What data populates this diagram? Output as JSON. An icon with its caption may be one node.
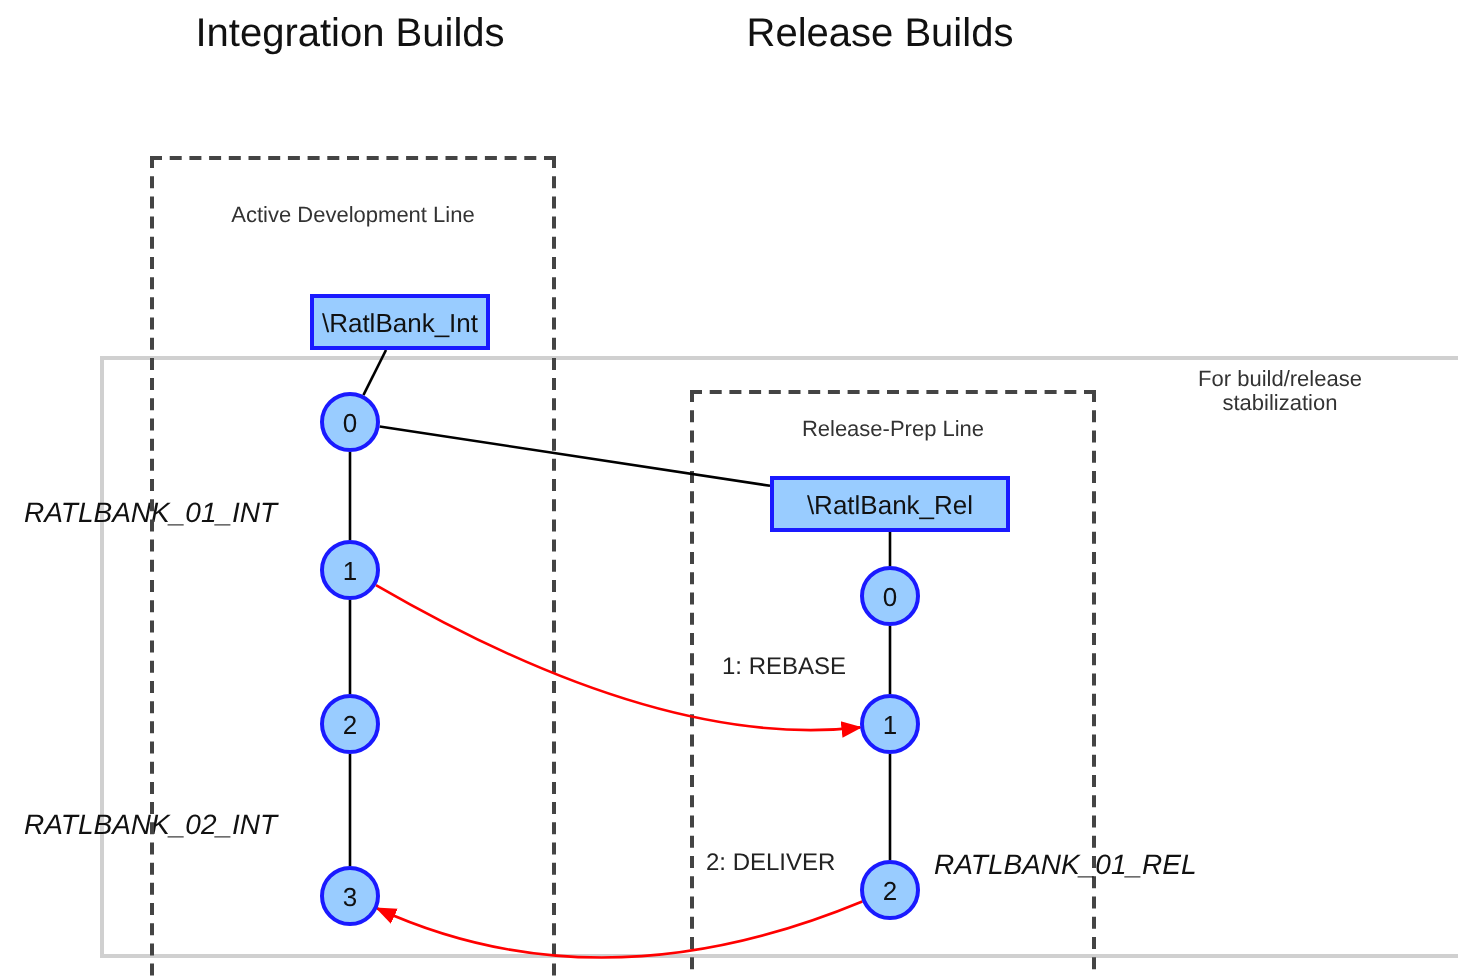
{
  "diagram": {
    "nodes": [
      {
        "text": [
          "Active Development Line"
        ]
      },
      {
        "text": [
          "\\RatlBank_Int"
        ],
        "in": 0
      },
      {
        "text": [
          "0"
        ],
        "in": 0
      },
      {
        "text": [
          "1"
        ],
        "in": 0
      },
      {
        "text": [
          "2"
        ],
        "in": 0
      },
      {
        "text": [
          "3"
        ],
        "in": 0
      },
      {
        "text": [
          "Release-Prep Line"
        ]
      },
      {
        "text": [
          "\\RatlBank_Rel"
        ],
        "in": 6
      },
      {
        "text": [
          "0"
        ],
        "in": 6
      },
      {
        "text": [
          "1"
        ],
        "in": 6
      },
      {
        "text": [
          "2"
        ],
        "in": 6,
        "beside": [
          "RATLBANK_01_REL"
        ]
      }
    ],
    "edges": [
      {
        "from": 1,
        "to": 2,
        "arrow": "none"
      },
      {
        "from": 2,
        "to": 3,
        "arrow": "none"
      },
      {
        "from": 3,
        "to": 4,
        "arrow": "none"
      },
      {
        "from": 4,
        "to": 5,
        "arrow": "none"
      },
      {
        "from": 2,
        "to": 7,
        "arrow": "none"
      },
      {
        "from": 7,
        "to": 8,
        "arrow": "none"
      },
      {
        "from": 8,
        "to": 9,
        "arrow": "none"
      },
      {
        "from": 9,
        "to": 10,
        "arrow": "none"
      },
      {
        "from": 3,
        "to": 9,
        "arrow": "to",
        "label": "1: REBASE",
        "color": "#ff0000"
      },
      {
        "from": 10,
        "to": 5,
        "arrow": "to",
        "label": "2: DELIVER",
        "color": "#ff0000"
      }
    ],
    "labels": [
      "Integration Builds",
      "Release Builds",
      "For build/release stabilization",
      "RATLBANK_01_INT",
      "RATLBANK_02_INT"
    ]
  }
}
